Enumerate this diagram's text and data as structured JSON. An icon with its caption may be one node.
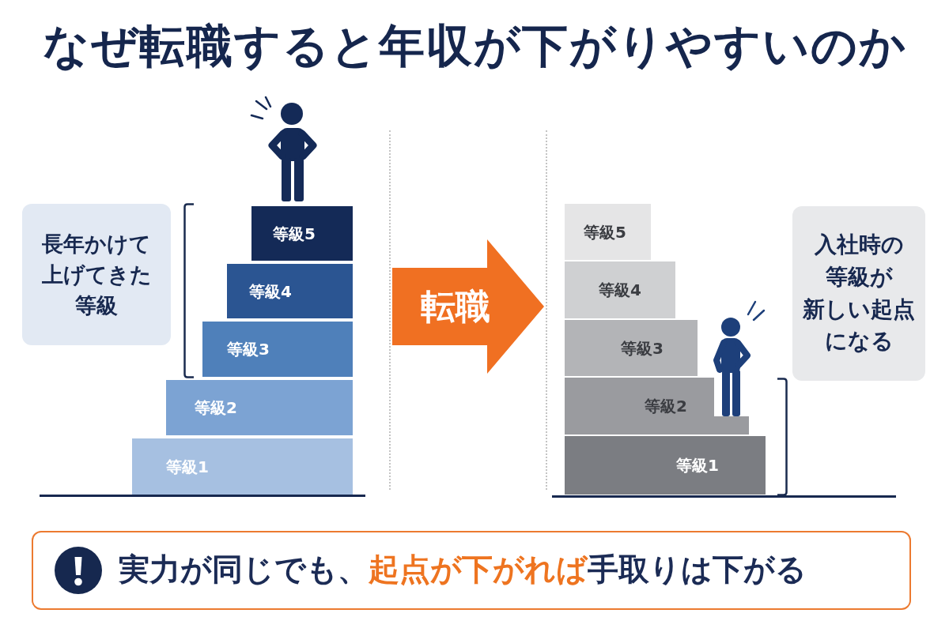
{
  "diagram": {
    "title": "なぜ転職すると年収が下がりやすいのか",
    "nodes": [
      {
        "text": [
          "長年かけて上げてきた等級"
        ]
      },
      {
        "text": [
          "等級5"
        ]
      },
      {
        "text": [
          "等級4"
        ]
      },
      {
        "text": [
          "等級3"
        ]
      },
      {
        "text": [
          "等級2"
        ]
      },
      {
        "text": [
          "等級1"
        ]
      },
      {
        "text": [
          "転職"
        ]
      },
      {
        "text": [
          "等級5"
        ]
      },
      {
        "text": [
          "等級4"
        ]
      },
      {
        "text": [
          "等級3"
        ]
      },
      {
        "text": [
          "等級2"
        ]
      },
      {
        "text": [
          "等級1"
        ]
      },
      {
        "text": [
          "入社時の等級が新しい起点になる"
        ]
      },
      {
        "text": [
          "実力が同じでも、**起点が下がれば**手取りは下がる"
        ]
      }
    ]
  }
}
